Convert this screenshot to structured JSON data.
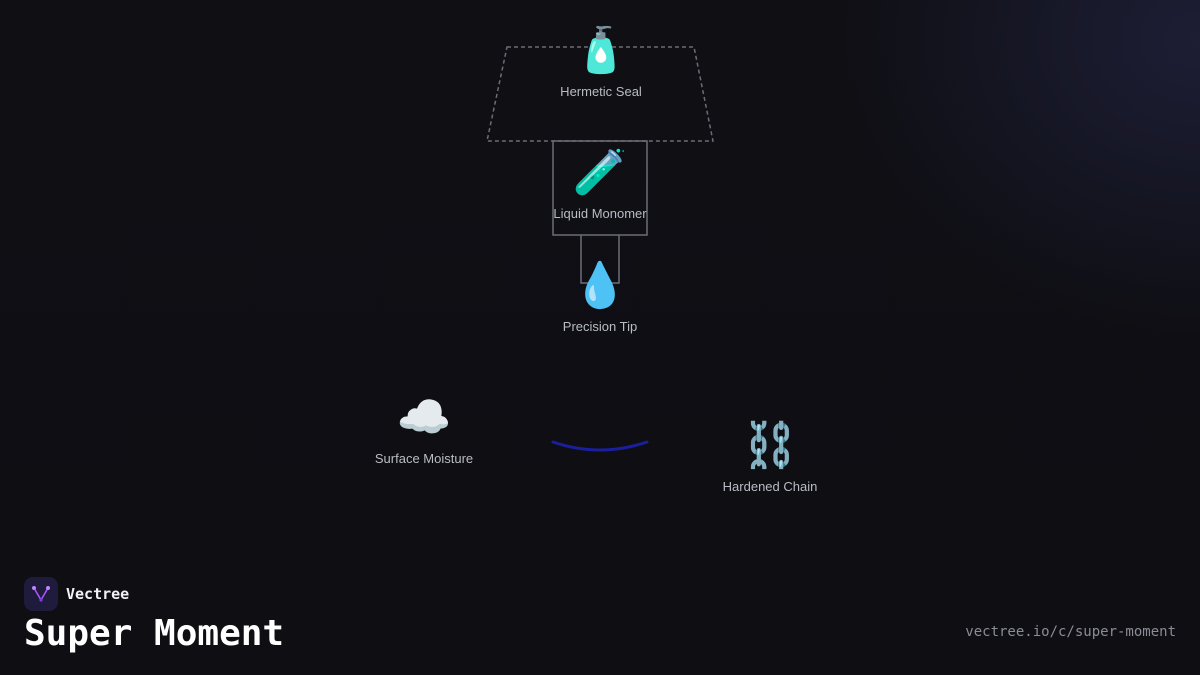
{
  "diagram": {
    "nodes": [
      {
        "id": "hermetic-seal",
        "label": "Hermetic Seal",
        "icon": "🧴",
        "icon_name": "lotion-bottle-icon"
      },
      {
        "id": "liquid-monomer",
        "label": "Liquid Monomer",
        "icon": "🧪",
        "icon_name": "test-tube-icon"
      },
      {
        "id": "precision-tip",
        "label": "Precision Tip",
        "icon": "💧",
        "icon_name": "droplet-icon"
      },
      {
        "id": "surface-moisture",
        "label": "Surface Moisture",
        "icon": "☁️",
        "icon_name": "cloud-icon"
      },
      {
        "id": "hardened-chain",
        "label": "Hardened Chain",
        "icon": "⛓️",
        "icon_name": "chains-icon"
      }
    ],
    "colors": {
      "outline": "#6b6e76",
      "dashed": "#6b6e76",
      "curve": "#1a1f9e"
    }
  },
  "brand": {
    "name": "Vectree",
    "logo_color": "#a855f7"
  },
  "footer": {
    "title": "Super Moment",
    "url": "vectree.io/c/super-moment"
  }
}
